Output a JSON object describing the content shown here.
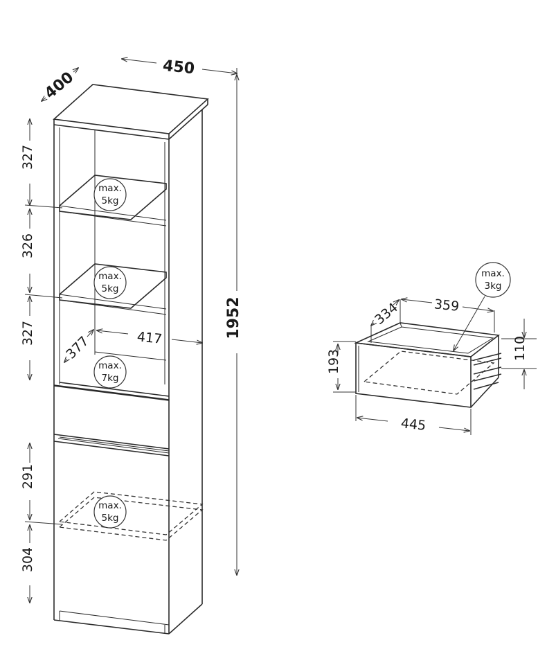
{
  "cabinet": {
    "width": "450",
    "depth": "400",
    "height": "1952",
    "shelf_gap_1": "327",
    "shelf_gap_2": "326",
    "shelf_gap_3": "327",
    "inner_width": "417",
    "inner_depth": "377",
    "door_gap_1": "291",
    "door_gap_2": "304"
  },
  "load_labels": {
    "shelf_1": [
      "max.",
      "5kg"
    ],
    "shelf_2": [
      "max.",
      "5kg"
    ],
    "shelf_3": [
      "max.",
      "7kg"
    ],
    "door_shelf": [
      "max.",
      "5kg"
    ],
    "drawer": [
      "max.",
      "3kg"
    ]
  },
  "drawer": {
    "inner_depth": "334",
    "inner_width": "359",
    "front_height": "193",
    "side_height": "110",
    "front_width": "445"
  }
}
